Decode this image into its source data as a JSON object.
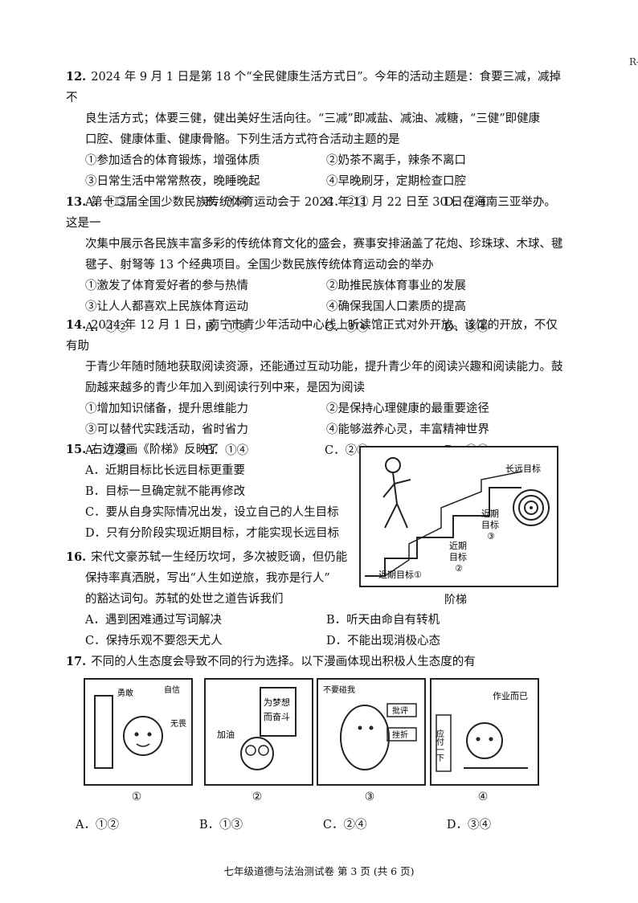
{
  "q12": {
    "num": "12.",
    "line1": "2024 年 9 月 1 日是第 18 个“全民健康生活方式日”。今年的活动主题是：食要三减，减掉不",
    "line2": "良生活方式；体要三健，健出美好生活向往。“三减”即减盐、减油、减糖，“三健”即健康",
    "line3": "口腔、健康体重、健康骨骼。下列生活方式符合活动主题的是",
    "items": [
      "①参加适合的体育锻炼，增强体质",
      "②奶茶不离手，辣条不离口",
      "③日常生活中常常熬夜，晚睡晚起",
      "④早晚刷牙，定期检查口腔"
    ],
    "options": [
      "A．①③",
      "B．①④",
      "C．②③",
      "D．②④"
    ]
  },
  "q13": {
    "num": "13.",
    "line1": "第十二届全国少数民族传统体育运动会于 2024 年 11 月 22 日至 30 日在海南三亚举办。这是一",
    "line2": "次集中展示各民族丰富多彩的传统体育文化的盛会，赛事安排涵盖了花炮、珍珠球、木球、毽",
    "line3": "毽子、射弩等 13 个经典项目。全国少数民族传统体育运动会的举办",
    "items": [
      "①激发了体育爱好者的参与热情",
      "②助推民族体育事业的发展",
      "③让人人都喜欢上民族体育运动",
      "④确保我国人口素质的提高"
    ],
    "options": [
      "A．①②",
      "B．①③",
      "C．②④",
      "D．③④"
    ]
  },
  "q14": {
    "num": "14.",
    "line1": "2024 年 12 月 1 日，南宁市青少年活动中心线上听读馆正式对外开放。该馆的开放，不仅有助",
    "line2": "于青少年随时随地获取阅读资源，还能通过互动功能，提升青少年的阅读兴趣和阅读能力。鼓",
    "line3": "励越来越多的青少年加入到阅读行列中来，是因为阅读",
    "items": [
      "①增加知识储备，提升思维能力",
      "②是保持心理健康的最重要途径",
      "③可以替代实践活动，省时省力",
      "④能够滋养心灵，丰富精神世界"
    ],
    "options": [
      "A．①②",
      "B．①④",
      "C．②③",
      "D．③④"
    ]
  },
  "q15": {
    "num": "15.",
    "stem": "右边漫画《阶梯》反映了",
    "options": [
      "A．近期目标比长远目标更重要",
      "B．目标一旦确定就不能再修改",
      "C．要从自身实际情况出发，设立自己的人生目标",
      "D．只有分阶段实现近期目标，才能实现长远目标"
    ],
    "figure": {
      "caption": "阶梯",
      "long_goal": "长远目标",
      "near1": "近期目标①",
      "near2a": "近期",
      "near2b": "目标",
      "near2c": "②",
      "near3a": "近期",
      "near3b": "目标",
      "near3c": "③"
    }
  },
  "q16": {
    "num": "16.",
    "line1": "宋代文豪苏轼一生经历坎坷，多次被贬谪，但仍能",
    "line2": "保持率真洒脱，写出“人生如逆旅，我亦是行人”",
    "line3": "的豁达词句。苏轼的处世之道告诉我们",
    "options": [
      "A．遇到困难通过写词解决",
      "B．听天由命自有转机",
      "C．保持乐观不要怨天尤人",
      "D．不能出现消极心态"
    ]
  },
  "q17": {
    "num": "17.",
    "stem": "不同的人生态度会导致不同的行为选择。以下漫画体现出积极人生态度的有",
    "comics": [
      {
        "label": "①",
        "t1": "勇敢",
        "t2": "自信",
        "t3": "无畏"
      },
      {
        "label": "②",
        "t1": "为梦想",
        "t2": "而奋斗",
        "t3": "加油"
      },
      {
        "label": "③",
        "t1": "不要碰我",
        "t2": "批评",
        "t3": "挫折"
      },
      {
        "label": "④",
        "t1": "作业而已",
        "t2": "应付一下"
      }
    ],
    "options": [
      "A．①②",
      "B．①③",
      "C．②④",
      "D．③④"
    ]
  },
  "footer": "七年级道德与法治测试卷 第 3 页 (共 6 页)",
  "edge_marks": [
    "R-"
  ]
}
